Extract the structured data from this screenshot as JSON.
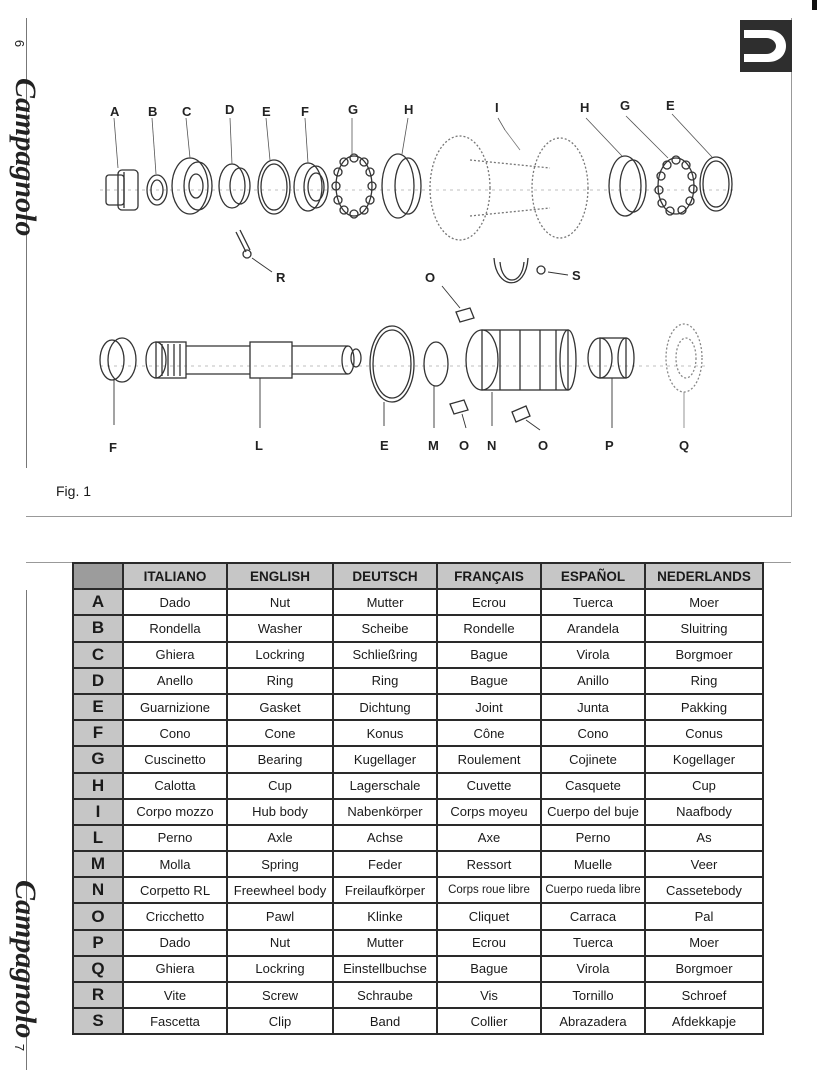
{
  "brand": "Campagnolo",
  "pages": {
    "top": "6",
    "bottom": "7"
  },
  "figure": {
    "caption": "Fig. 1",
    "labels": {
      "top_row": [
        "A",
        "B",
        "C",
        "D",
        "E",
        "F",
        "G",
        "H",
        "I",
        "H",
        "G",
        "E"
      ],
      "r": "R",
      "o_top": "O",
      "s": "S",
      "bottom_row": [
        "F",
        "L",
        "E",
        "M",
        "O",
        "N",
        "O",
        "P",
        "Q"
      ]
    }
  },
  "table": {
    "headers": [
      "ITALIANO",
      "ENGLISH",
      "DEUTSCH",
      "FRANÇAIS",
      "ESPAÑOL",
      "NEDERLANDS"
    ],
    "rows": [
      {
        "key": "A",
        "cells": [
          "Dado",
          "Nut",
          "Mutter",
          "Ecrou",
          "Tuerca",
          "Moer"
        ]
      },
      {
        "key": "B",
        "cells": [
          "Rondella",
          "Washer",
          "Scheibe",
          "Rondelle",
          "Arandela",
          "Sluitring"
        ]
      },
      {
        "key": "C",
        "cells": [
          "Ghiera",
          "Lockring",
          "Schließring",
          "Bague",
          "Virola",
          "Borgmoer"
        ]
      },
      {
        "key": "D",
        "cells": [
          "Anello",
          "Ring",
          "Ring",
          "Bague",
          "Anillo",
          "Ring"
        ]
      },
      {
        "key": "E",
        "cells": [
          "Guarnizione",
          "Gasket",
          "Dichtung",
          "Joint",
          "Junta",
          "Pakking"
        ]
      },
      {
        "key": "F",
        "cells": [
          "Cono",
          "Cone",
          "Konus",
          "Cône",
          "Cono",
          "Conus"
        ]
      },
      {
        "key": "G",
        "cells": [
          "Cuscinetto",
          "Bearing",
          "Kugellager",
          "Roulement",
          "Cojinete",
          "Kogellager"
        ]
      },
      {
        "key": "H",
        "cells": [
          "Calotta",
          "Cup",
          "Lagerschale",
          "Cuvette",
          "Casquete",
          "Cup"
        ]
      },
      {
        "key": "I",
        "cells": [
          "Corpo mozzo",
          "Hub body",
          "Nabenkörper",
          "Corps moyeu",
          "Cuerpo del buje",
          "Naafbody"
        ]
      },
      {
        "key": "L",
        "cells": [
          "Perno",
          "Axle",
          "Achse",
          "Axe",
          "Perno",
          "As"
        ]
      },
      {
        "key": "M",
        "cells": [
          "Molla",
          "Spring",
          "Feder",
          "Ressort",
          "Muelle",
          "Veer"
        ]
      },
      {
        "key": "N",
        "cells": [
          "Corpetto RL",
          "Freewheel body",
          "Freilaufkörper",
          "Corps roue libre",
          "Cuerpo rueda libre",
          "Cassetebody"
        ]
      },
      {
        "key": "O",
        "cells": [
          "Cricchetto",
          "Pawl",
          "Klinke",
          "Cliquet",
          "Carraca",
          "Pal"
        ]
      },
      {
        "key": "P",
        "cells": [
          "Dado",
          "Nut",
          "Mutter",
          "Ecrou",
          "Tuerca",
          "Moer"
        ]
      },
      {
        "key": "Q",
        "cells": [
          "Ghiera",
          "Lockring",
          "Einstellbuchse",
          "Bague",
          "Virola",
          "Borgmoer"
        ]
      },
      {
        "key": "R",
        "cells": [
          "Vite",
          "Screw",
          "Schraube",
          "Vis",
          "Tornillo",
          "Schroef"
        ]
      },
      {
        "key": "S",
        "cells": [
          "Fascetta",
          "Clip",
          "Band",
          "Collier",
          "Abrazadera",
          "Afdekkapje"
        ]
      }
    ]
  }
}
